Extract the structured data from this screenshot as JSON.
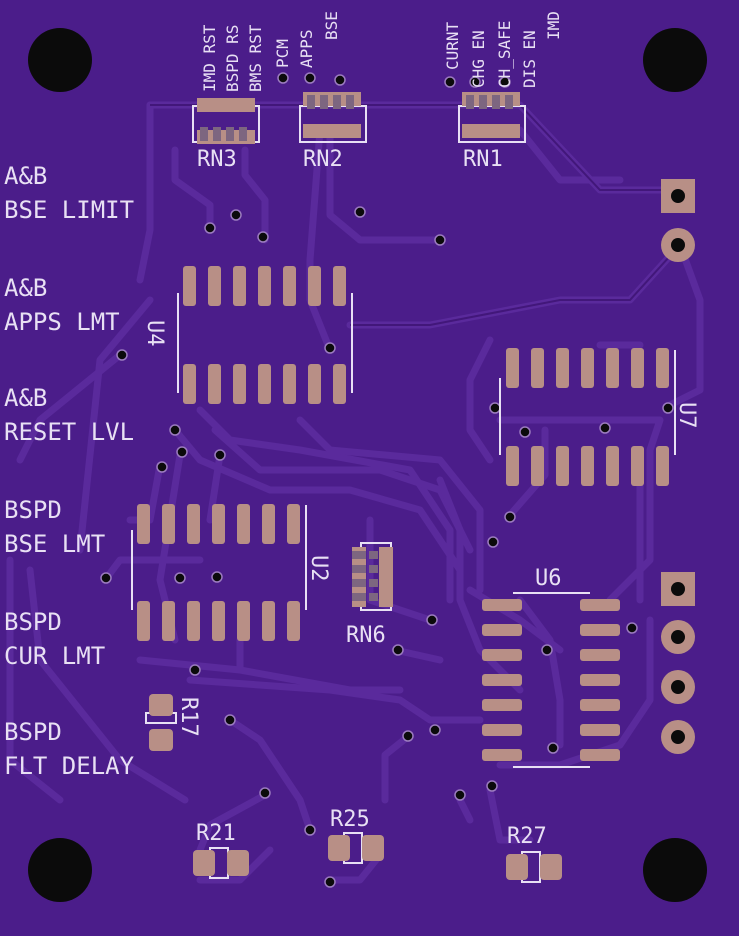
{
  "board": {
    "colors": {
      "substrate": "#4b1d8a",
      "trace": "#5a2a9c",
      "trace_dark": "#42177a",
      "pad": "#b88f86",
      "silkscreen": "#e8e0f4",
      "hole": "#0b0b0b",
      "via_ring": "#9b7bbf"
    }
  },
  "labels": {
    "left": [
      {
        "line1": "A&B",
        "line2": "BSE LIMIT"
      },
      {
        "line1": "A&B",
        "line2": "APPS LMT"
      },
      {
        "line1": "A&B",
        "line2": "RESET LVL"
      },
      {
        "line1": "BSPD",
        "line2": "BSE LMT"
      },
      {
        "line1": "BSPD",
        "line2": "CUR LMT"
      },
      {
        "line1": "BSPD",
        "line2": "FLT DELAY"
      }
    ],
    "rn3_pins": [
      "IMD RST",
      "BSPD RS",
      "BMS RST"
    ],
    "rn2_pins": [
      "PCM",
      "APPS",
      "BSE"
    ],
    "rn1_pins": [
      "CURNT",
      "CHG EN",
      "CH_SAFE",
      "DIS EN",
      "IMD"
    ]
  },
  "components": {
    "rn1": "RN1",
    "rn2": "RN2",
    "rn3": "RN3",
    "rn6": "RN6",
    "u2": "U2",
    "u4": "U4",
    "u6": "U6",
    "u7": "U7",
    "r17": "R17",
    "r21": "R21",
    "r25": "R25",
    "r27": "R27"
  }
}
